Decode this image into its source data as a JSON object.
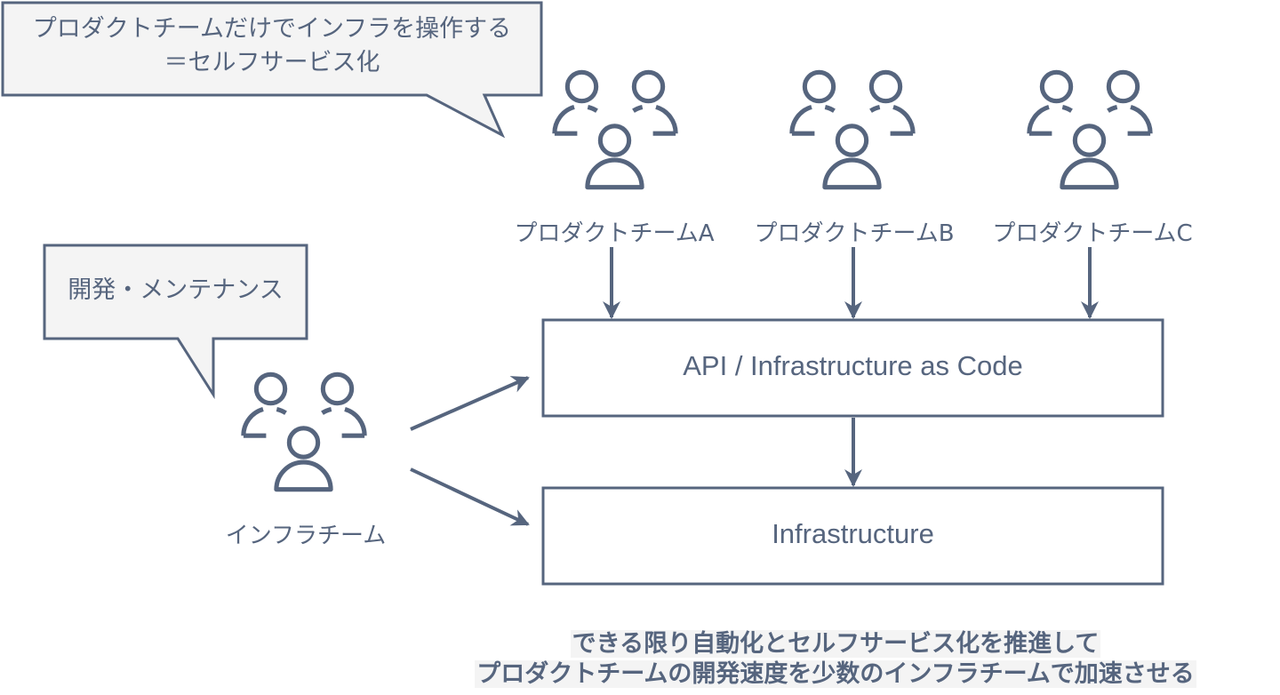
{
  "colors": {
    "stroke": "#56657e",
    "callout_fill": "#f4f4f4",
    "box_fill": "#ffffff",
    "text": "#56657e"
  },
  "callouts": [
    {
      "id": "self-service",
      "lines": [
        "プロダクトチームだけでインフラを操作する",
        "＝セルフサービス化"
      ]
    },
    {
      "id": "dev-maintenance",
      "lines": [
        "開発・メンテナンス"
      ]
    }
  ],
  "teams": [
    {
      "label": "プロダクトチームA",
      "icon": "people-group-icon"
    },
    {
      "label": "プロダクトチームB",
      "icon": "people-group-icon"
    },
    {
      "label": "プロダクトチームC",
      "icon": "people-group-icon"
    },
    {
      "label": "インフラチーム",
      "icon": "people-group-icon"
    }
  ],
  "boxes": [
    {
      "label": "API / Infrastructure as Code"
    },
    {
      "label": "Infrastructure"
    }
  ],
  "edges": [
    {
      "from": "プロダクトチームA",
      "to": "API / Infrastructure as Code"
    },
    {
      "from": "プロダクトチームB",
      "to": "API / Infrastructure as Code"
    },
    {
      "from": "プロダクトチームC",
      "to": "API / Infrastructure as Code"
    },
    {
      "from": "API / Infrastructure as Code",
      "to": "Infrastructure"
    },
    {
      "from": "インフラチーム",
      "to": "API / Infrastructure as Code"
    },
    {
      "from": "インフラチーム",
      "to": "Infrastructure"
    }
  ],
  "footer": {
    "lines": [
      "できる限り自動化とセルフサービス化を推進して",
      "プロダクトチームの開発速度を少数のインフラチームで加速させる"
    ]
  }
}
